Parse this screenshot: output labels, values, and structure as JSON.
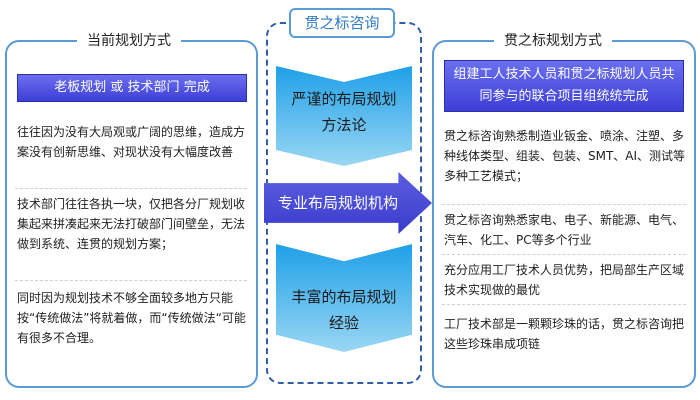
{
  "left": {
    "title": "当前规划方式",
    "heading": "老板规划 或 技术部门 完成",
    "paragraphs": [
      "往往因为没有大局观或广阔的思维，造成方案没有创新思维、对现状没有大幅度改善",
      "技术部门往往各执一块，仅把各分厂规划收集起来拼凑起来无法打破部门间壁垒，无法做到系统、连贯的规划方案；",
      "同时因为规划技术不够全面较多地方只能按“传统做法”将就着做，而“传统做法“可能有很多不合理。"
    ]
  },
  "middle": {
    "title": "贯之标咨询",
    "top": "严谨的布局规划方法论",
    "arrow": "专业布局规划机构",
    "bottom": "丰富的布局规划经验"
  },
  "right": {
    "title": "贯之标规划方式",
    "heading": "组建工人技术人员和贯之标规划人员共同参与的联合项目组统统完成",
    "paragraphs": [
      "贯之标咨询熟悉制造业钣金、喷涂、注塑、多种线体类型、组装、包装、SMT、AI、测试等多种工艺模式；",
      "贯之标咨询熟悉家电、电子、新能源、电气、汽车、化工、PC等多个行业",
      "充分应用工厂技术人员优势，把局部生产区域技术实现做的最优",
      "工厂技术部是一颗颗珍珠的话，贯之标咨询把这些珍珠串成项链"
    ]
  }
}
